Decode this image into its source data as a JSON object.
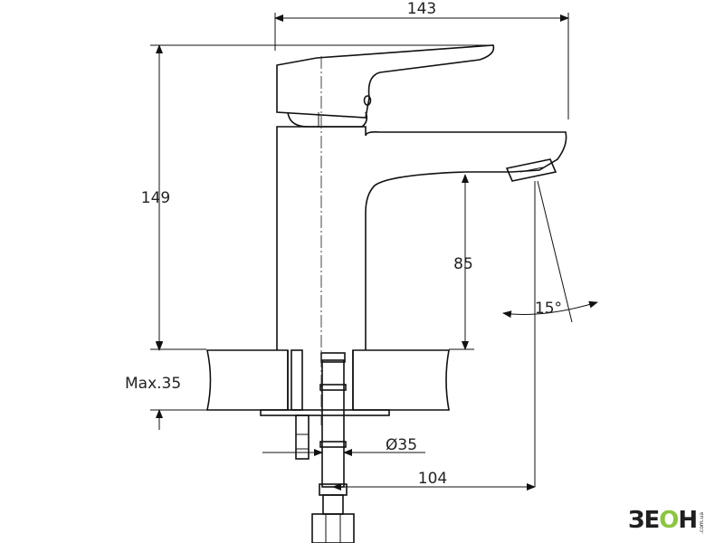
{
  "dimensions": {
    "overall_width": "143",
    "total_height": "149",
    "spout_height": "85",
    "spout_angle": "15°",
    "max_thickness": "Max.35",
    "hole_diameter": "Ø35",
    "reach": "104"
  },
  "logo": {
    "part1": "ЗЕ",
    "part2": "О",
    "part3": "Н",
    "sub": ".com.ua"
  },
  "colors": {
    "line": "#111111",
    "logo_accent": "#8cc63f"
  }
}
